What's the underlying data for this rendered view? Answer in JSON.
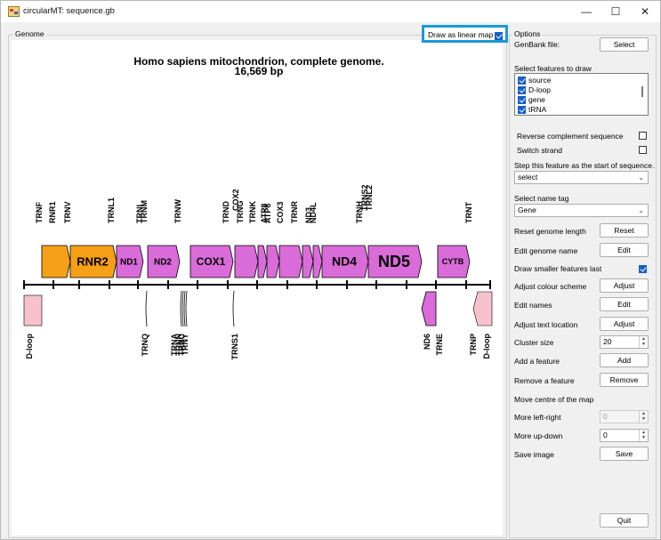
{
  "window": {
    "title": "circularMT: sequence.gb",
    "minimize_glyph": "—",
    "maximize_glyph": "☐",
    "close_glyph": "✕"
  },
  "genome_group": {
    "label": "Genome"
  },
  "linear_toggle": {
    "label": "Draw as linear map",
    "checked": true,
    "highlight_color": "#1a9ad6"
  },
  "map": {
    "title": "Homo sapiens mitochondrion, complete genome.",
    "length": "16,569 bp",
    "gene_color": "#d96cd9",
    "rrna_color": "#f5a017",
    "dloop_color": "#f7c2cc",
    "top_labels": [
      "TRNF",
      "RNR1",
      "TRNV",
      "TRNL1",
      "TRNI",
      "TRNM",
      "TRNW",
      "TRND",
      "COX2",
      "TRNG",
      "TRNK",
      "ATP8",
      "ATP6",
      "COX3",
      "TRNR",
      "ND3",
      "ND4L",
      "TRNH",
      "TRNS2",
      "TRNL2",
      "TRNT"
    ],
    "bottom_labels": [
      "D-loop",
      "TRNQ",
      "TRNA",
      "TRNN",
      "TRNC",
      "TRNY",
      "TRNS1",
      "ND6",
      "TRNE",
      "TRNP",
      "D-loop"
    ],
    "inbox_labels": [
      "RNR2",
      "ND1",
      "ND2",
      "COX1",
      "ND4",
      "ND5",
      "CYTB"
    ]
  },
  "options": {
    "group_label": "Options",
    "genbank_label": "GenBank file:",
    "select_button": "Select",
    "features_label": "Select features to draw",
    "features": [
      {
        "label": "source",
        "checked": true
      },
      {
        "label": "D-loop",
        "checked": true
      },
      {
        "label": "gene",
        "checked": true
      },
      {
        "label": "tRNA",
        "checked": true
      }
    ],
    "reverse_label": "Reverse complement sequence",
    "switch_label": "Switch strand",
    "start_label": "Step this feature as the start of sequence.",
    "start_value": "select",
    "name_tag_label": "Select name tag",
    "name_tag_value": "Gene",
    "reset_length_label": "Reset genome length",
    "reset_button": "Reset",
    "edit_name_label": "Edit genome name",
    "edit_button": "Edit",
    "smaller_last_label": "Draw smaller features last",
    "colour_label": "Adjust colour scheme",
    "adjust_button": "Adjust",
    "edit_names_label": "Edit names",
    "edit_names_button": "Edit",
    "text_location_label": "Adjust text location",
    "text_location_button": "Adjust",
    "cluster_label": "Cluster size",
    "cluster_value": "20",
    "add_feature_label": "Add a feature",
    "add_button": "Add",
    "remove_feature_label": "Remove a feature",
    "remove_button": "Remove",
    "move_centre_label": "Move centre of the map",
    "left_right_label": "More left-right",
    "left_right_value": "0",
    "up_down_label": "More up-down",
    "up_down_value": "0",
    "save_label": "Save image",
    "save_button": "Save",
    "quit_button": "Quit"
  }
}
